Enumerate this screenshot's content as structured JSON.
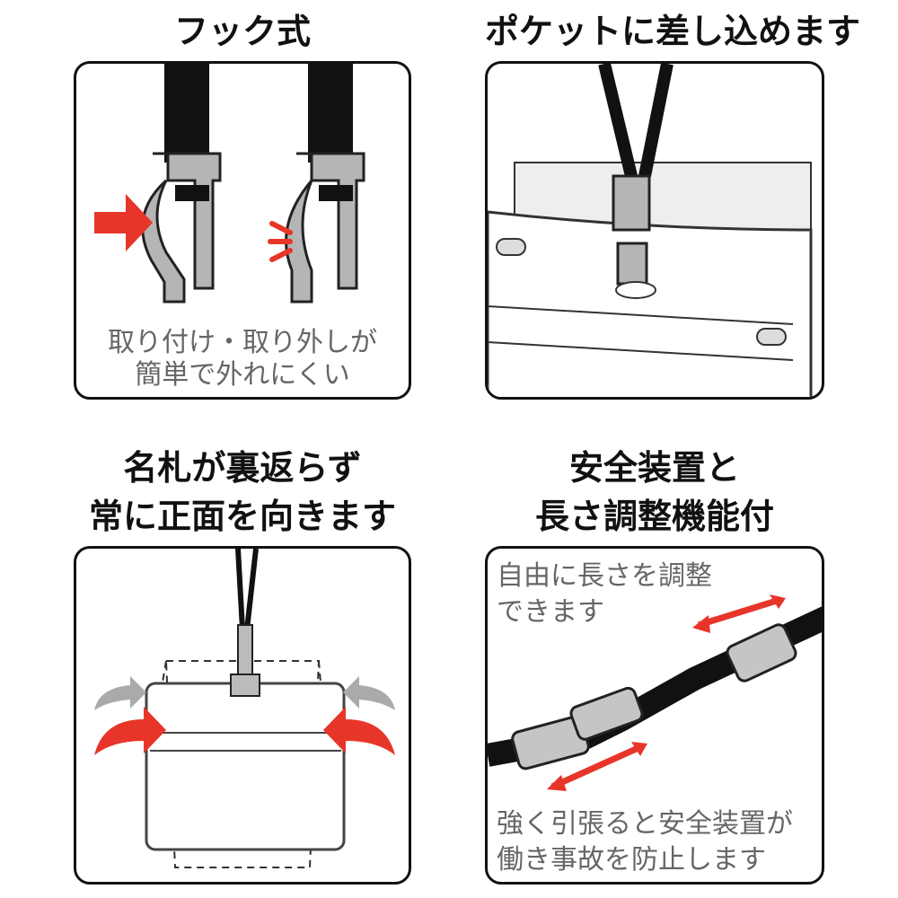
{
  "panels": [
    {
      "title": "フック式",
      "caption": [
        "取り付け・取り外しが",
        "簡単で外れにくい"
      ]
    },
    {
      "title": "ポケットに差し込めます"
    },
    {
      "title": [
        "名札が裏返らず",
        "常に正面を向きます"
      ]
    },
    {
      "title": [
        "安全装置と",
        "長さ調整機能付"
      ],
      "caption_top": [
        "自由に長さを調整",
        "できます"
      ],
      "caption_bottom": [
        "強く引張ると安全装置が",
        "働き事故を防止します"
      ]
    }
  ],
  "colors": {
    "accent": "#e8352a",
    "strap": "#111111",
    "plastic": "#b5b5b5",
    "caption": "#666666"
  }
}
